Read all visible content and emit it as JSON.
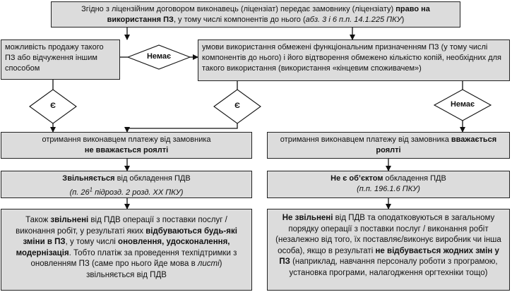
{
  "top": {
    "t1": "Згідно з ліцензійним договором виконавець (ліцензіат) передає замовнику (ліцензіату) ",
    "t2": "право на використання ПЗ",
    "t3": ", у тому числі компонентів до нього (",
    "t4": "абз. 3 і 6 п.п. 14.1.225 ПКУ",
    "t5": ")"
  },
  "left_cond": "можливість продажу такого ПЗ або відчуження іншим способом",
  "right_cond": "умови використання обмежені функціональним призначенням ПЗ (у тому числі компонентів до нього) і його відтворення обмежено кількістю копій, необхідних для такого використання (використання «кінцевим споживачем»)",
  "diamonds": {
    "nemae_mid": "Немає",
    "ye_left": "Є",
    "ye_right": "Є",
    "nemae_right": "Немає"
  },
  "pay_left": {
    "t1": "отримання виконавцем платежу від замовника",
    "t2": "не вважається роялті"
  },
  "pay_right": {
    "t1": "отримання виконавцем платежу від замовника ",
    "t2": "вважається",
    "t3": "роялті"
  },
  "vat_left": {
    "b": "Звільняється",
    "t1": " від обкладення ПДВ",
    "ref": "(п. 26",
    "sup": "1",
    "ref2": " підрозд. 2 розд. ХХ ПКУ)"
  },
  "vat_right": {
    "b": "Не є об’єктом",
    "t1": " обкладення ПДВ",
    "ref": "(п.п. 196.1.6 ПКУ)"
  },
  "bottom_left": {
    "t1": "Також ",
    "b1": "звільнені",
    "t2": " від ПДВ операції з поставки послуг / виконання робіт, у результаті яких ",
    "b2": "відбуваються будь-які зміни в ПЗ",
    "t3": ", у тому числі ",
    "b3": "оновлення, удосконалення, модернізація",
    "t4": ". Тобто платіж за проведення техпідтримки з оновленням ПЗ (саме про нього йде мова в ",
    "i1": "листі",
    "t5": ") звільняється від ПДВ"
  },
  "bottom_right": {
    "b1": "Не звільнені",
    "t1": " від ПДВ та оподатковуються в загальному порядку операції з поставки послуг / виконання робіт (незалежно від того, їх поставляє/виконує виробник чи інша особа), якщо в результаті ",
    "b2": "не відбувається жодних змін у ПЗ",
    "t2": " (наприклад, навчання персоналу роботи з програмою, установка програми, налагодження оргтехніки тощо)"
  }
}
